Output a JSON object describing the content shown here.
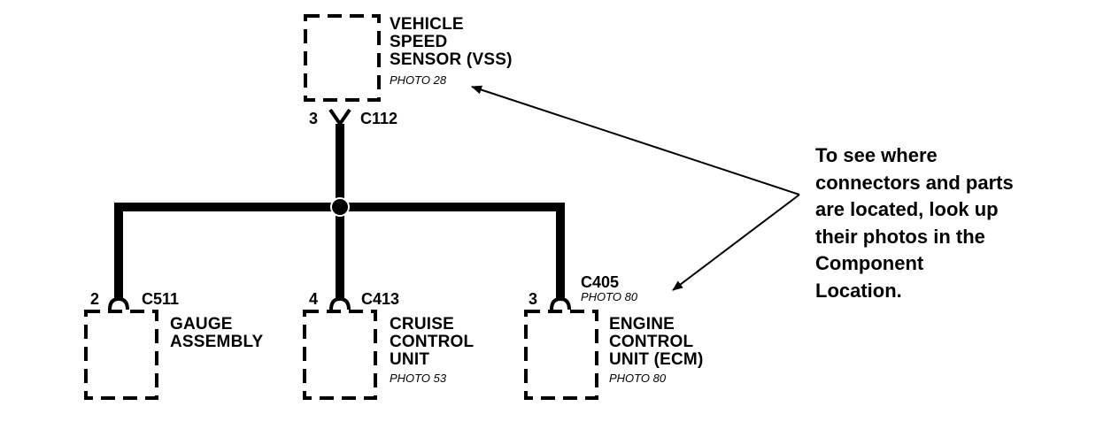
{
  "components": {
    "vss": {
      "name": "VEHICLE\nSPEED\nSENSOR (VSS)",
      "photo": "PHOTO 28",
      "pin": "3",
      "connector": "C112"
    },
    "gauge": {
      "name": "GAUGE\nASSEMBLY",
      "pin": "2",
      "connector": "C511"
    },
    "cruise": {
      "name": "CRUISE\nCONTROL\nUNIT",
      "photo": "PHOTO 53",
      "pin": "4",
      "connector": "C413"
    },
    "ecm": {
      "name": "ENGINE\nCONTROL\nUNIT (ECM)",
      "photo": "PHOTO 80",
      "pin": "3",
      "connector": "C405",
      "connector_photo": "PHOTO 80"
    }
  },
  "note": "To see where\nconnectors and parts\nare located, look up\ntheir photos in the\nComponent\nLocation."
}
